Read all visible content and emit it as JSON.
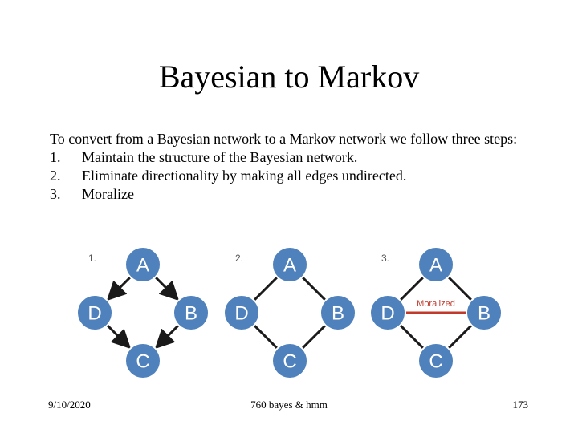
{
  "slide": {
    "title": "Bayesian to Markov",
    "intro": "To convert from a Bayesian network to a Markov network we follow three steps:",
    "steps": [
      {
        "num": "1.",
        "text": "Maintain the structure of the Bayesian network."
      },
      {
        "num": "2.",
        "text": "Eliminate directionality by making all edges undirected."
      },
      {
        "num": "3.",
        "text": "Moralize"
      }
    ]
  },
  "diagram": {
    "panels": [
      {
        "num": "1.",
        "directed": true,
        "moralized": false
      },
      {
        "num": "2.",
        "directed": false,
        "moralized": false
      },
      {
        "num": "3.",
        "directed": false,
        "moralized": true
      }
    ],
    "nodes": {
      "a": "A",
      "b": "B",
      "c": "C",
      "d": "D"
    },
    "moral_label": "Moralized",
    "colors": {
      "node": "#4f81bd",
      "edge": "#1a1a1a",
      "moral": "#c0392b"
    }
  },
  "footer": {
    "date": "9/10/2020",
    "center": "760 bayes & hmm",
    "page": "173"
  }
}
